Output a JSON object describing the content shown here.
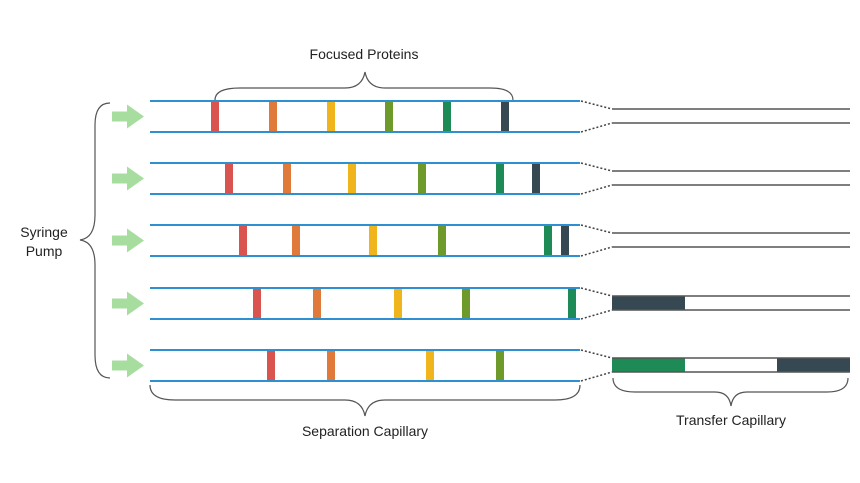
{
  "labels": {
    "focused_proteins": "Focused Proteins",
    "syringe_line1": "Syringe",
    "syringe_line2": "Pump",
    "separation_capillary": "Separation Capillary",
    "transfer_capillary": "Transfer Capillary"
  },
  "colors": {
    "capillary": "#2e8fd1",
    "transfer": "#555555",
    "arrow": "#a8dda0",
    "brace": "#555555",
    "bands": {
      "red": "#d9534f",
      "orange": "#e07a3a",
      "yellow": "#f0b41c",
      "olive": "#6e9a2c",
      "green": "#1e8a55",
      "dark": "#364952"
    }
  },
  "rows": [
    {
      "bands": [
        "red",
        "orange",
        "yellow",
        "olive",
        "green",
        "dark"
      ],
      "transfer_fill": []
    },
    {
      "bands": [
        "red",
        "orange",
        "yellow",
        "olive",
        "green",
        "dark"
      ],
      "transfer_fill": []
    },
    {
      "bands": [
        "red",
        "orange",
        "yellow",
        "olive",
        "green",
        "dark"
      ],
      "transfer_fill": []
    },
    {
      "bands": [
        "red",
        "orange",
        "yellow",
        "olive",
        "green"
      ],
      "transfer_fill": [
        "dark"
      ]
    },
    {
      "bands": [
        "red",
        "orange",
        "yellow",
        "olive"
      ],
      "transfer_fill": [
        "green",
        "dark"
      ]
    }
  ]
}
